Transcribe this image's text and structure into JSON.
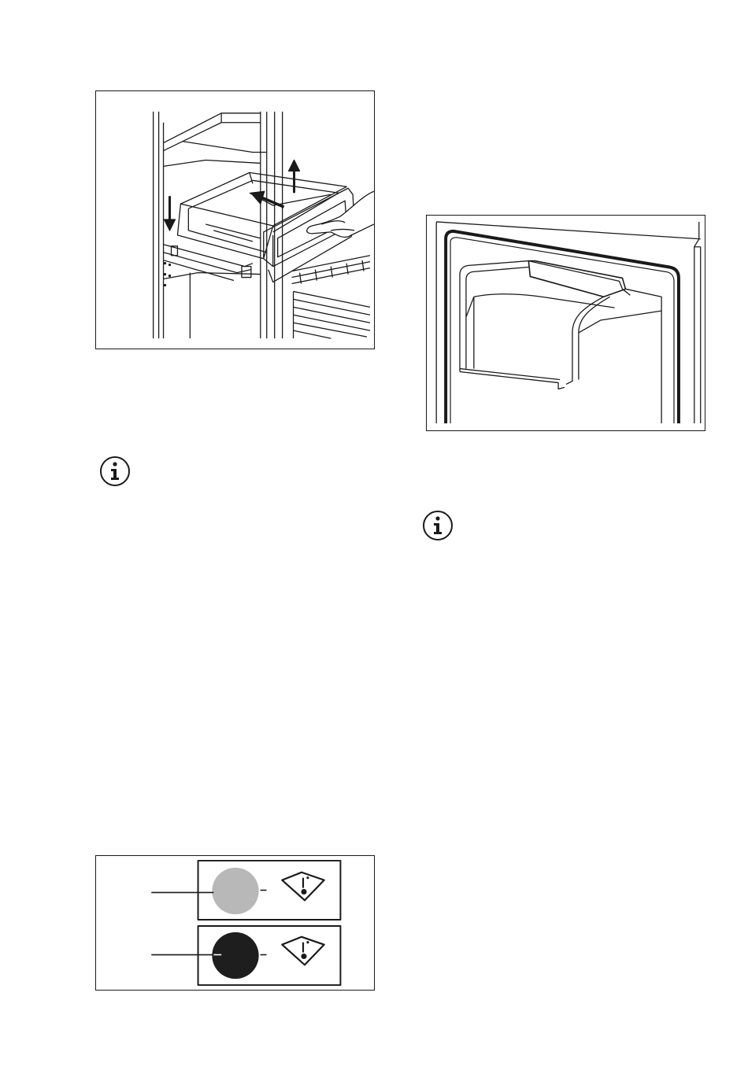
{
  "figures": [
    {
      "id": "drawer-removal",
      "icon": "drawer-removal-illustration"
    },
    {
      "id": "ice-tray-compartment",
      "icon": "ice-tray-illustration"
    },
    {
      "id": "filter-indicator",
      "icon": "filter-indicator-illustration",
      "indicator_states": [
        {
          "light_color": "#b8b8b8",
          "icon": "water-filter-icon"
        },
        {
          "light_color": "#1e1e1e",
          "icon": "water-filter-icon"
        }
      ]
    }
  ],
  "notes": [
    {
      "icon": "info-icon"
    },
    {
      "icon": "info-icon"
    }
  ]
}
